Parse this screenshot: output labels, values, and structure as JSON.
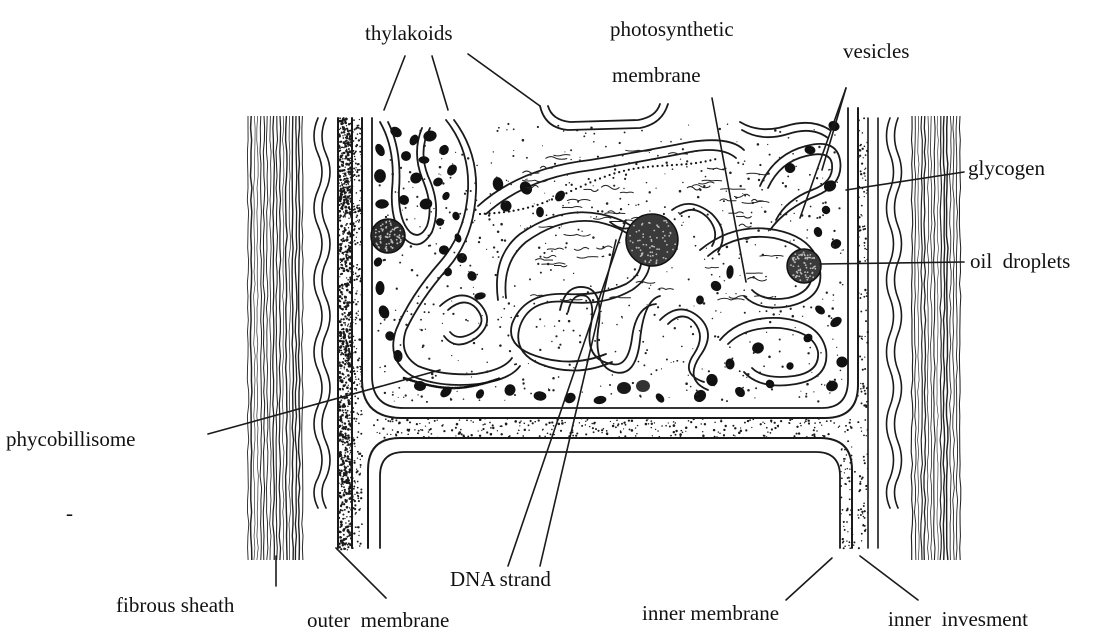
{
  "labels": {
    "thylakoids": "thylakoids",
    "photosynthetic_line1": "photosynthetic",
    "photosynthetic_line2": "membrane",
    "vesicles": "vesicles",
    "glycogen": "glycogen",
    "oil_droplets": "oil  droplets",
    "phycobillisome": "phycobillisome",
    "fibrous_sheath": "fibrous sheath",
    "outer_membrane": "outer  membrane",
    "dna_strand": "DNA strand",
    "inner_membrane": "inner membrane",
    "inner_invesment": "inner  invesment"
  },
  "colors": {
    "ink": "#1a1a1a",
    "background": "#ffffff"
  }
}
